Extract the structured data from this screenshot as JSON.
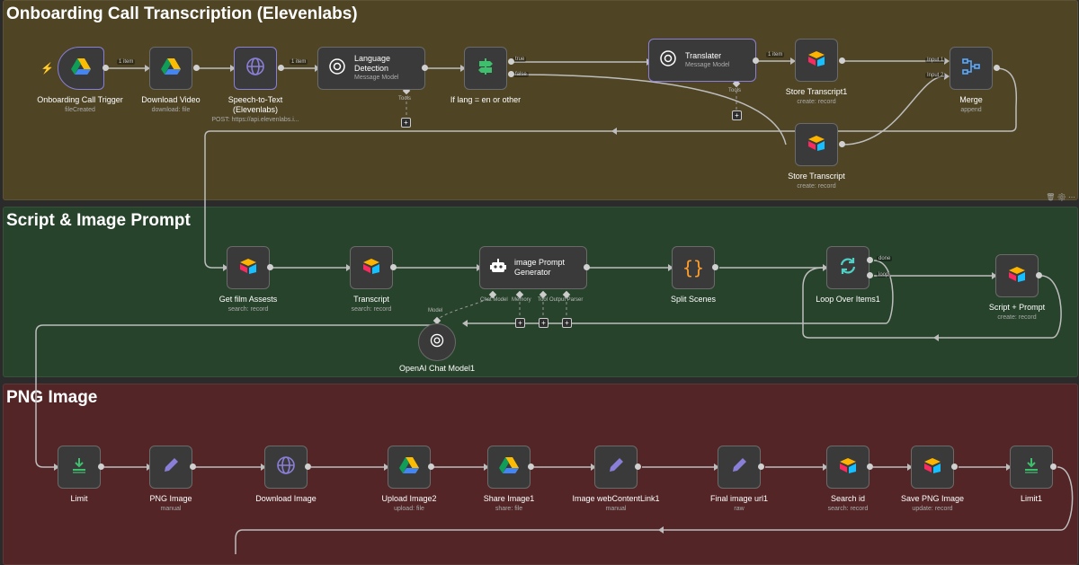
{
  "sections": [
    {
      "title": "Onboarding Call Transcription (Elevenlabs)",
      "color": "#4f4424"
    },
    {
      "title": "Script & Image Prompt",
      "color": "#27432b"
    },
    {
      "title": "PNG Image",
      "color": "#532526"
    }
  ],
  "nodes": {
    "trigger": {
      "title": "Onboarding Call Trigger",
      "sub": "fileCreated"
    },
    "download_video": {
      "title": "Download Video",
      "sub": "download: file"
    },
    "stt": {
      "title": "Speech-to-Text (Elevenlabs)",
      "sub": "POST: https://api.elevenlabs.i..."
    },
    "lang_detect": {
      "title": "Language Detection",
      "sub": "Message Model"
    },
    "if_lang": {
      "title": "If lang = en or other",
      "sub": ""
    },
    "translater": {
      "title": "Translater",
      "sub": "Message Model"
    },
    "store1": {
      "title": "Store Transcript1",
      "sub": "create: record"
    },
    "merge": {
      "title": "Merge",
      "sub": "append"
    },
    "store": {
      "title": "Store Transcript",
      "sub": "create: record"
    },
    "film_assets": {
      "title": "Get film Assests",
      "sub": "search: record"
    },
    "transcript": {
      "title": "Transcript",
      "sub": "search: record"
    },
    "img_prompt": {
      "title": "image Prompt Generator",
      "sub": ""
    },
    "split": {
      "title": "Split Scenes",
      "sub": ""
    },
    "loop": {
      "title": "Loop Over Items1",
      "sub": ""
    },
    "script_prompt": {
      "title": "Script + Prompt",
      "sub": "create: record"
    },
    "openai": {
      "title": "OpenAI Chat Model1",
      "sub": ""
    },
    "limit": {
      "title": "Limit",
      "sub": ""
    },
    "png": {
      "title": "PNG Image",
      "sub": "manual"
    },
    "dl_image": {
      "title": "Download Image",
      "sub": ""
    },
    "upload": {
      "title": "Upload Image2",
      "sub": "upload: file"
    },
    "share": {
      "title": "Share Image1",
      "sub": "share: file"
    },
    "webcontent": {
      "title": "Image webContentLink1",
      "sub": "manual"
    },
    "final_url": {
      "title": "Final image url1",
      "sub": "raw"
    },
    "search_id": {
      "title": "Search id",
      "sub": "search: record"
    },
    "save_png": {
      "title": "Save PNG Image",
      "sub": "update: record"
    },
    "limit1": {
      "title": "Limit1",
      "sub": ""
    }
  },
  "edge_labels": {
    "one_item": "1 item",
    "true": "true",
    "false": "false",
    "input1": "Input 1",
    "input2": "Input 2",
    "done": "done",
    "loop": "loop",
    "tools": "Tools",
    "chat_model": "Chat Model",
    "memory": "Memory",
    "tool": "Tool",
    "output_parser": "Output Parser",
    "model": "Model"
  },
  "icons": {
    "trigger": "google-drive-icon",
    "download_video": "google-drive-icon",
    "stt": "globe-icon",
    "openai": "openai-icon",
    "if": "signpost-icon",
    "airtable": "airtable-icon",
    "merge": "merge-icon",
    "robot": "robot-icon",
    "code": "curly-braces-icon",
    "loop": "refresh-icon",
    "limit": "limit-icon",
    "pencil": "pencil-icon"
  }
}
